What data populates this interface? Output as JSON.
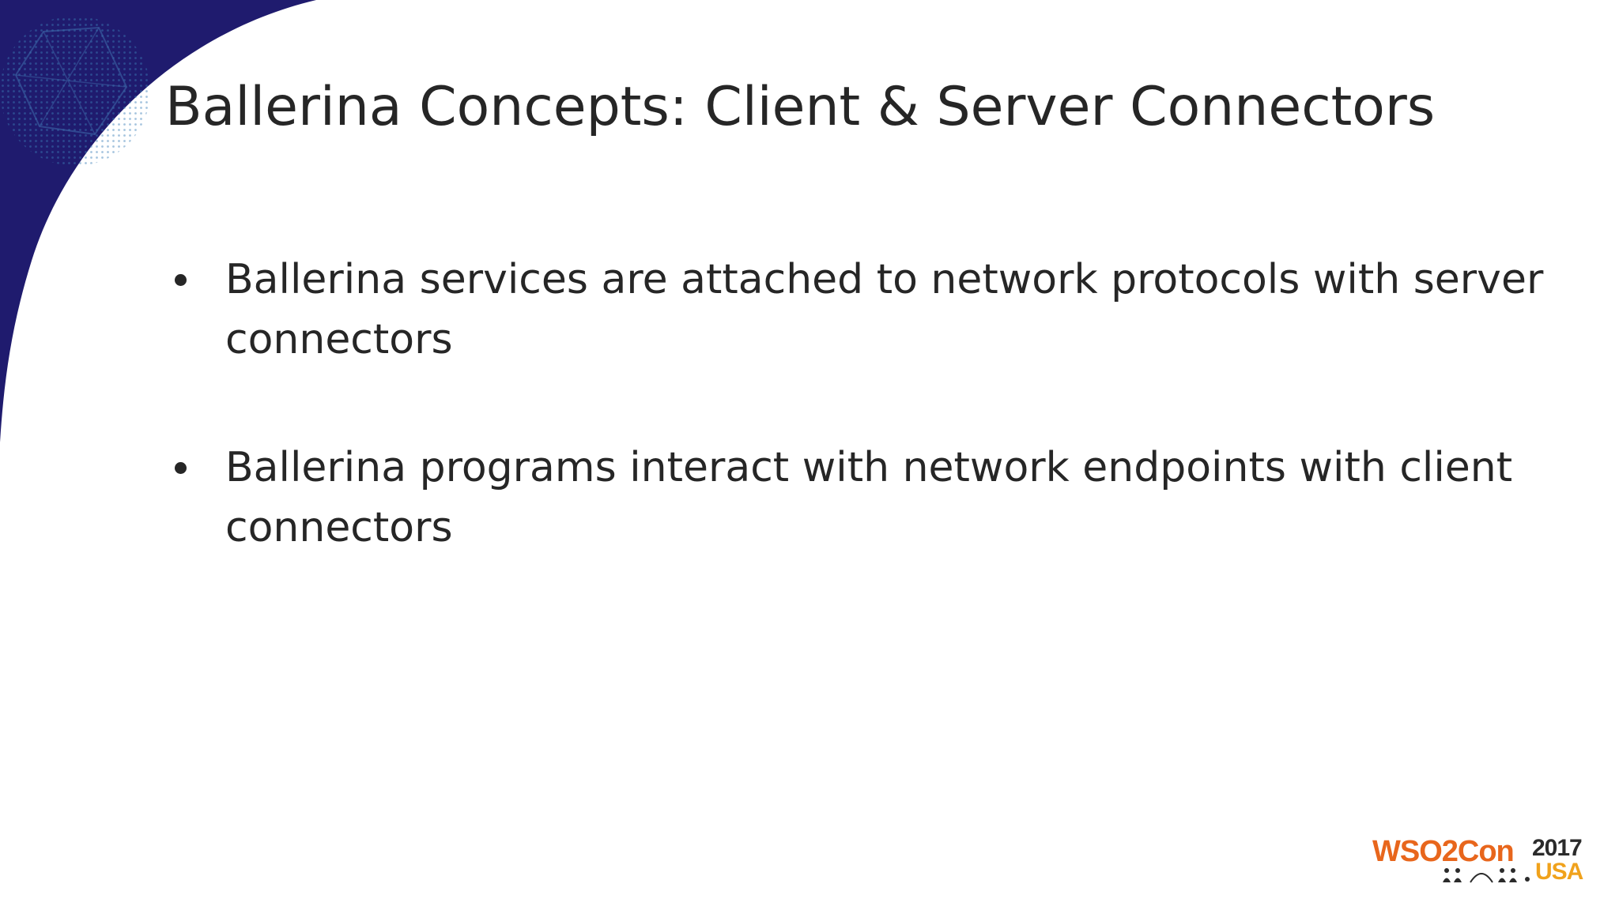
{
  "slide": {
    "title": "Ballerina Concepts: Client & Server Connectors",
    "bullets": [
      "Ballerina services are attached to network protocols with server connectors",
      "Ballerina programs interact with network endpoints with client connectors"
    ],
    "logo": {
      "name": "WSO2Con",
      "year": "2017",
      "region": "USA"
    }
  },
  "colors": {
    "corner_navy": "#1f1b6e",
    "text": "#262626",
    "logo_orange": "#e8661c",
    "logo_yellow": "#f0a21c"
  }
}
